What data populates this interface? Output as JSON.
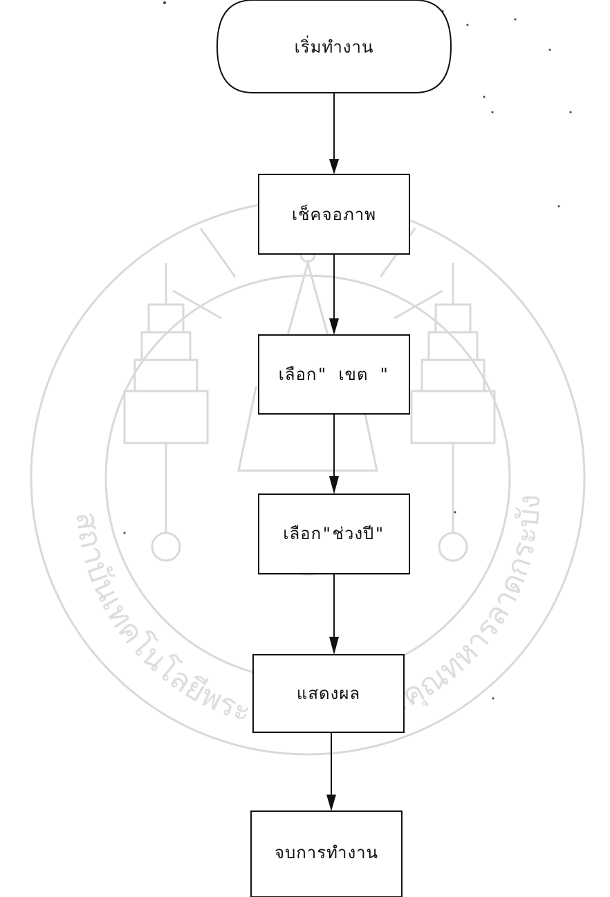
{
  "nodes": {
    "start": "เริ่มทำงาน",
    "step1": "เช็คจอภาพ",
    "step2": "เลือก\" เขต \"",
    "step3": "เลือก\"ช่วงปี\"",
    "step4": "แสดงผล",
    "end": "จบการทำงาน"
  },
  "watermark": {
    "seal_text": "สถาบันเทคโนโลยีพระจอมเกล้าเจ้าคุณทหารลาดกระบัง"
  },
  "colors": {
    "ink": "#111111",
    "watermark": "#d9d9d9",
    "background": "#ffffff"
  }
}
